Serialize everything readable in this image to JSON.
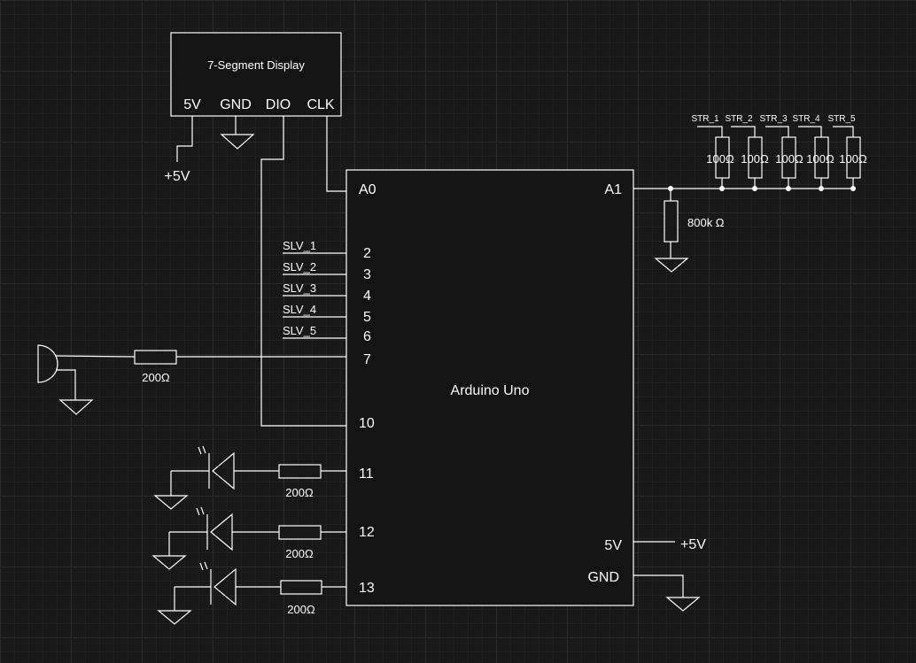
{
  "display": {
    "title": "7-Segment Display",
    "pins": [
      "5V",
      "GND",
      "DIO",
      "CLK"
    ],
    "vcc_label": "+5V"
  },
  "arduino": {
    "title": "Arduino Uno",
    "pin_a0": "A0",
    "pin_a1": "A1",
    "pins_left": [
      "2",
      "3",
      "4",
      "5",
      "6",
      "7",
      "10",
      "11",
      "12",
      "13"
    ],
    "pin_5v": "5V",
    "pin_gnd": "GND",
    "vcc_label": "+5V"
  },
  "slave_lines": [
    "SLV_1",
    "SLV_2",
    "SLV_3",
    "SLV_4",
    "SLV_5"
  ],
  "string_lines": [
    "STR_1",
    "STR_2",
    "STR_3",
    "STR_4",
    "STR_5"
  ],
  "string_resistors": [
    "100Ω",
    "100Ω",
    "100Ω",
    "100Ω",
    "100Ω"
  ],
  "pulldown_resistor": "800k Ω",
  "buzzer_resistor": "200Ω",
  "led_resistors": [
    "200Ω",
    "200Ω",
    "200Ω"
  ]
}
